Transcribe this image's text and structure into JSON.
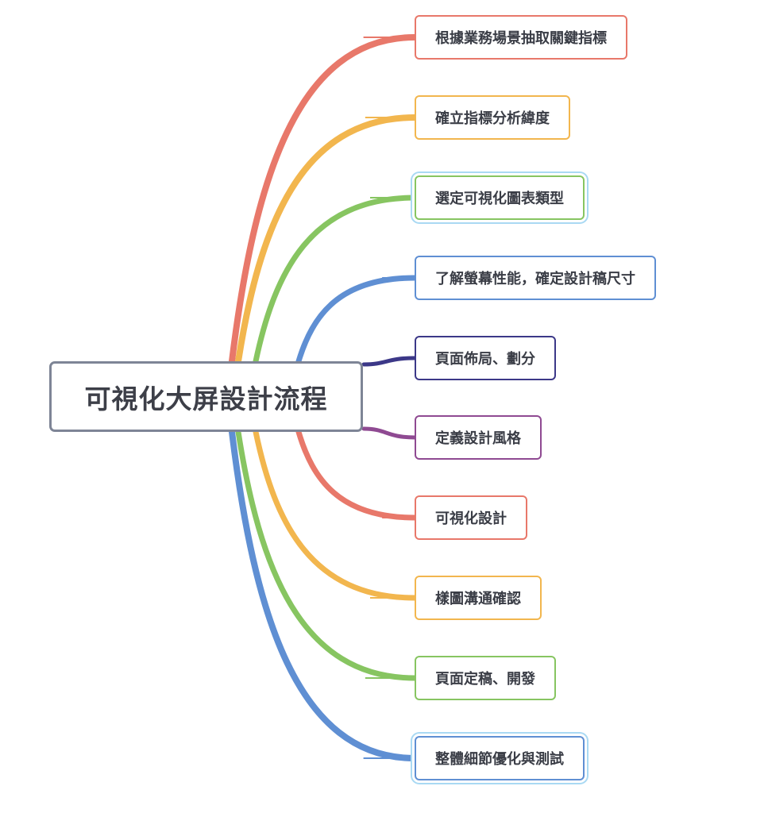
{
  "mindmap": {
    "root": {
      "label": "可視化大屏設計流程",
      "border_color": "#7e8596"
    },
    "branches": [
      {
        "label": "根據業務場景抽取關鍵指標",
        "color": "#e8786a"
      },
      {
        "label": "確立指標分析緯度",
        "color": "#f2b64e"
      },
      {
        "label": "選定可視化圖表類型",
        "color": "#87c561",
        "selected": true
      },
      {
        "label": "了解螢幕性能，確定設計稿尺寸",
        "color": "#5f8fd3"
      },
      {
        "label": "頁面佈局、劃分",
        "color": "#3c3888"
      },
      {
        "label": "定義設計風格",
        "color": "#8f4a92"
      },
      {
        "label": "可視化設計",
        "color": "#e8786a"
      },
      {
        "label": "樣圖溝通確認",
        "color": "#f2b64e"
      },
      {
        "label": "頁面定稿、開發",
        "color": "#87c561"
      },
      {
        "label": "整體細節優化與測試",
        "color": "#5f8fd3",
        "selected": true
      }
    ]
  }
}
